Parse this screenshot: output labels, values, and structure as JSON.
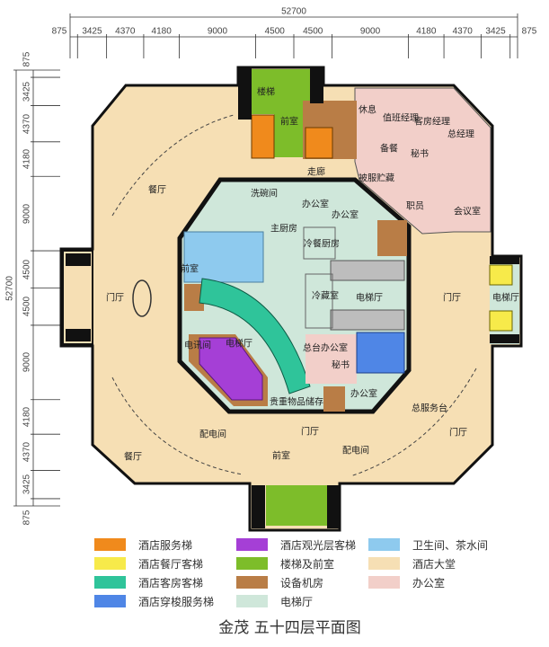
{
  "title": "金茂  五十四层平面图",
  "dimensions": {
    "total": "52700",
    "segments": [
      875,
      3425,
      4370,
      4180,
      9000,
      4500,
      4500,
      9000,
      4180,
      4370,
      3425,
      875
    ]
  },
  "colors": {
    "service_lift": "#f08a1c",
    "restaurant_lift": "#f7ea4a",
    "guestroom_lift": "#2fc49a",
    "shuttle_service_lift": "#4f86e6",
    "observation_lift": "#a53fd6",
    "stair": "#7dbd2a",
    "equipment": "#b97d46",
    "lift_hall": "#cfe7da",
    "restroom": "#8ecaee",
    "lobby": "#f6dfb4",
    "office": "#f2cfc9",
    "wall": "#111111",
    "grey_lift": "#bdbdbd"
  },
  "rooms": {
    "restaurant_n": "餐厅",
    "restaurant_s": "餐厅",
    "foyer_w": "门厅",
    "foyer_e": "门厅",
    "foyer_se": "门厅",
    "foyer_s": "门厅",
    "front_desk": "总服务台",
    "power_sw": "配电间",
    "power_se": "配电间",
    "telecom": "电讯间",
    "lift_hall_w": "电梯厅",
    "lift_hall_c": "电梯厅",
    "lift_hall_e": "电梯厅",
    "main_kitchen": "主厨房",
    "cold_kitchen": "冷餐厨房",
    "cold_storage": "冷藏室",
    "desk_office": "总台办公室",
    "secretary_c": "秘书",
    "office_c": "办公室",
    "valuables": "贵重物品储存",
    "anteroom_w": "前室",
    "dishwashing": "洗碗间",
    "office_n1": "办公室",
    "office_n2": "办公室",
    "stair_n": "楼梯",
    "anteroom_n": "前室",
    "corridor": "走廊",
    "rest": "休息",
    "duty_manager": "值班经理",
    "room_manager": "客房经理",
    "general_manager": "总经理",
    "pantry": "备餐",
    "secretary_ne": "秘书",
    "linen_storage": "被服贮藏",
    "staff": "职员",
    "meeting_room": "会议室",
    "anteroom_s": "前室"
  },
  "legend": [
    {
      "label": "酒店服务梯",
      "color": "#f08a1c"
    },
    {
      "label": "酒店餐厅客梯",
      "color": "#f7ea4a"
    },
    {
      "label": "酒店客房客梯",
      "color": "#2fc49a"
    },
    {
      "label": "酒店穿梭服务梯",
      "color": "#4f86e6"
    },
    {
      "label": "酒店观光层客梯",
      "color": "#a53fd6"
    },
    {
      "label": "楼梯及前室",
      "color": "#7dbd2a"
    },
    {
      "label": "设备机房",
      "color": "#b97d46"
    },
    {
      "label": "电梯厅",
      "color": "#cfe7da"
    },
    {
      "label": "卫生间、茶水间",
      "color": "#8ecaee"
    },
    {
      "label": "酒店大堂",
      "color": "#f6dfb4"
    },
    {
      "label": "办公室",
      "color": "#f2cfc9"
    }
  ]
}
